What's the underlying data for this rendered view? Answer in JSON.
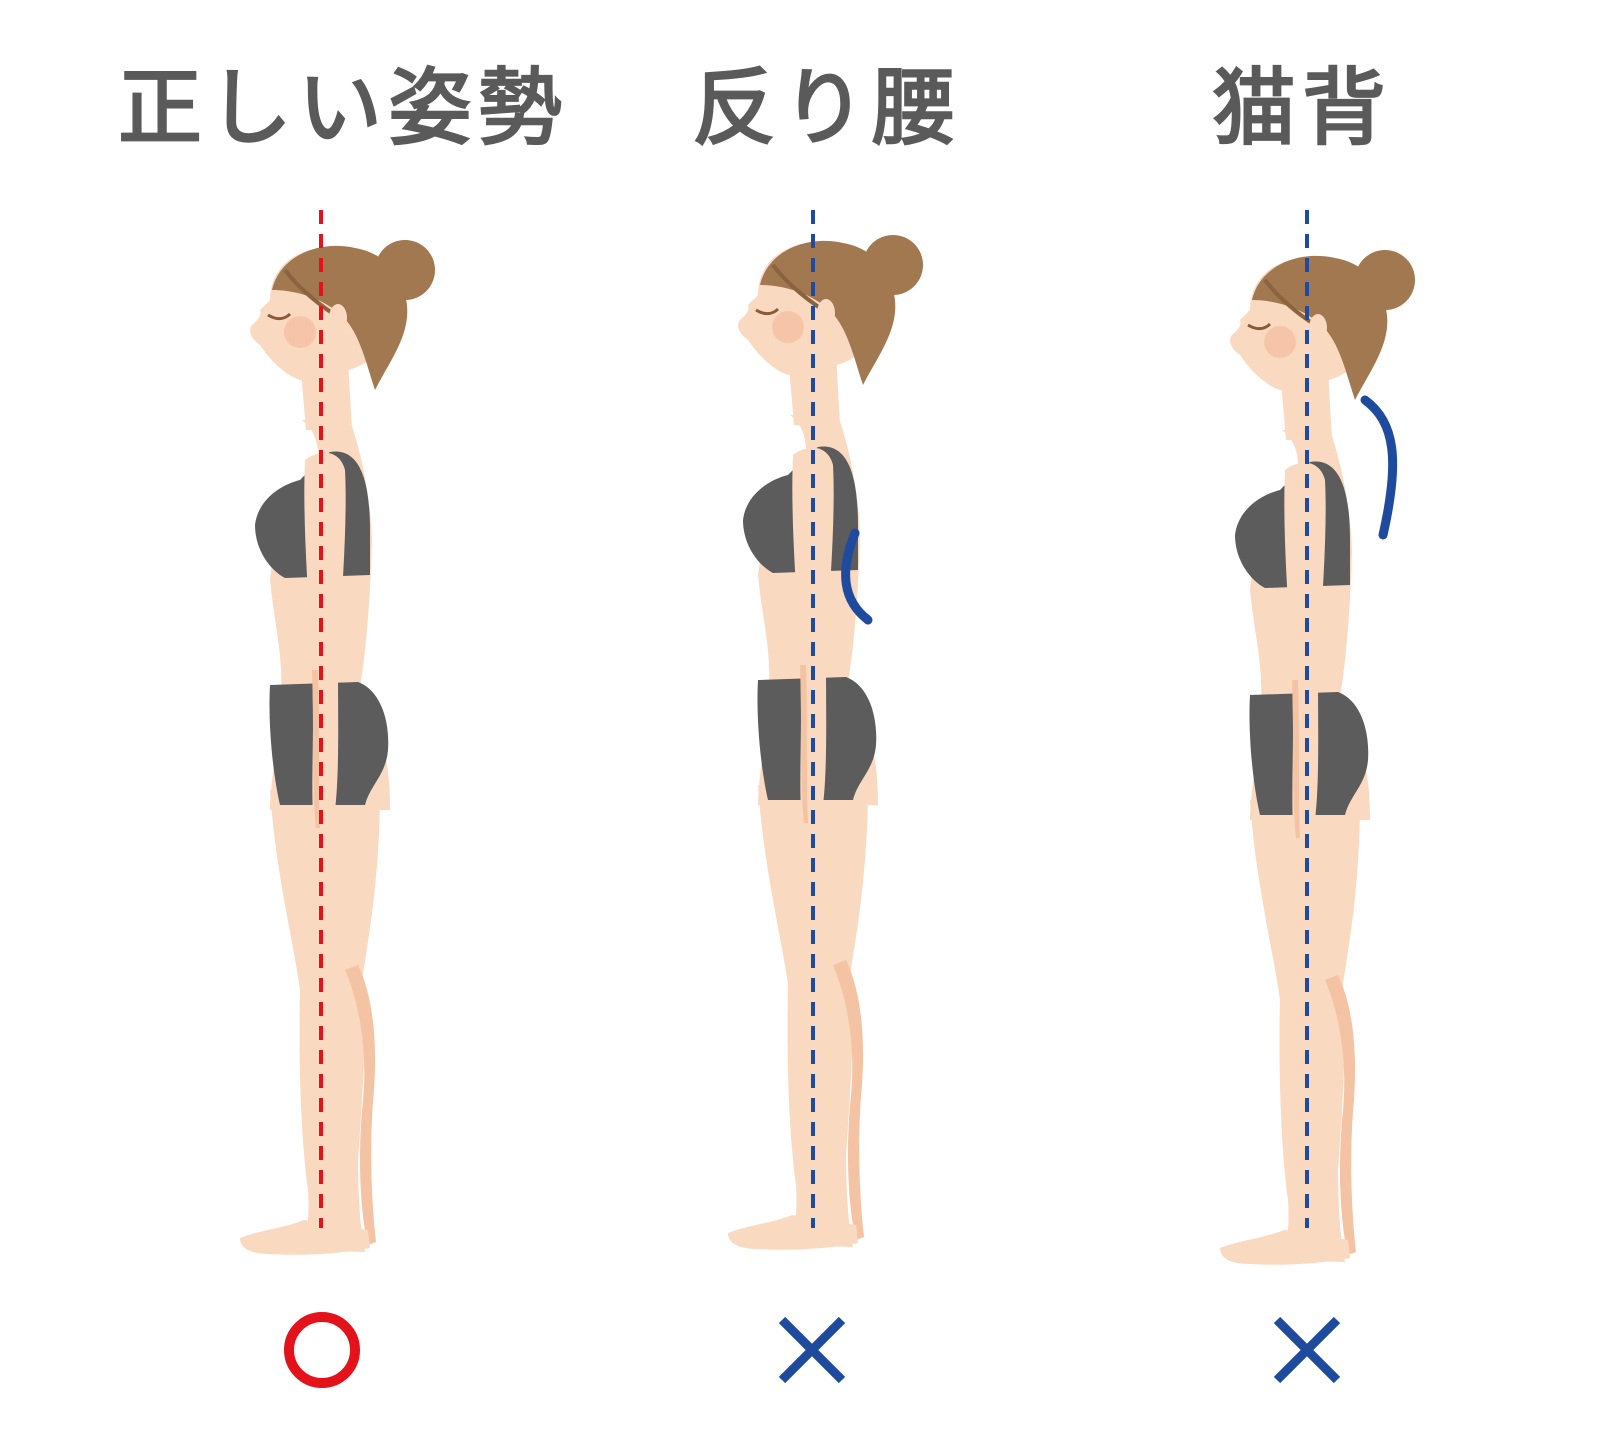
{
  "titles": {
    "correct": "正しい姿勢",
    "swayback": "反り腰",
    "hunchback": "猫背"
  },
  "panels": [
    {
      "id": "correct",
      "label": "正しい姿勢",
      "verdict": "○",
      "verdict_meaning": "good",
      "line_color": "#e3121b",
      "curve": "none"
    },
    {
      "id": "swayback",
      "label": "反り腰",
      "verdict": "×",
      "verdict_meaning": "bad",
      "line_color": "#1f4b9e",
      "curve": "lower-back"
    },
    {
      "id": "hunchback",
      "label": "猫背",
      "verdict": "×",
      "verdict_meaning": "bad",
      "line_color": "#1f4b9e",
      "curve": "upper-back"
    }
  ],
  "colors": {
    "title_text": "#5a5a5a",
    "skin": "#fad9c1",
    "skin_shade": "#f4c3a3",
    "hair": "#a27850",
    "hair_dark": "#8a6440",
    "clothing": "#5c5c5c",
    "good": "#e3121b",
    "bad": "#1f4b9e"
  }
}
